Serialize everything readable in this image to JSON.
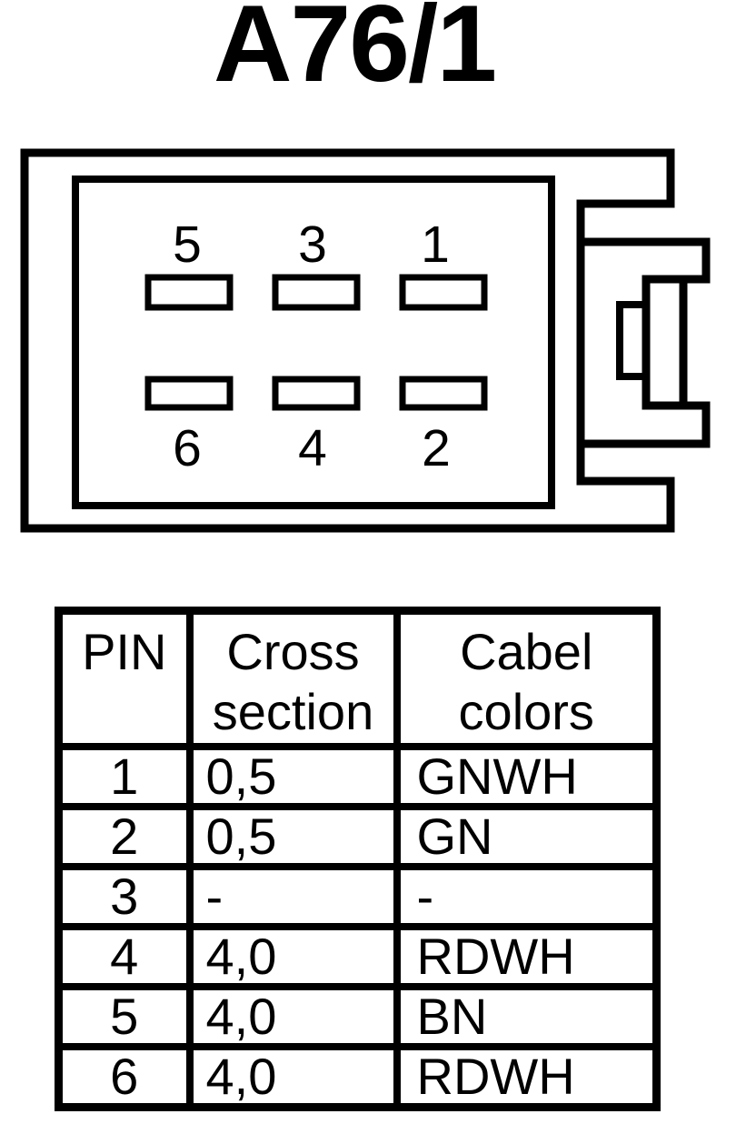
{
  "title": "A76/1",
  "connector": {
    "pins_top_row": [
      "5",
      "3",
      "1"
    ],
    "pins_bottom_row": [
      "6",
      "4",
      "2"
    ]
  },
  "table": {
    "headers": [
      "PIN",
      "Cross section",
      "Cabel colors"
    ],
    "rows": [
      [
        "1",
        "0,5",
        "GNWH"
      ],
      [
        "2",
        "0,5",
        "GN"
      ],
      [
        "3",
        "-",
        "-"
      ],
      [
        "4",
        "4,0",
        "RDWH"
      ],
      [
        "5",
        "4,0",
        "BN"
      ],
      [
        "6",
        "4,0",
        "RDWH"
      ]
    ]
  },
  "colors": {
    "line": "#000000",
    "background": "#ffffff"
  }
}
